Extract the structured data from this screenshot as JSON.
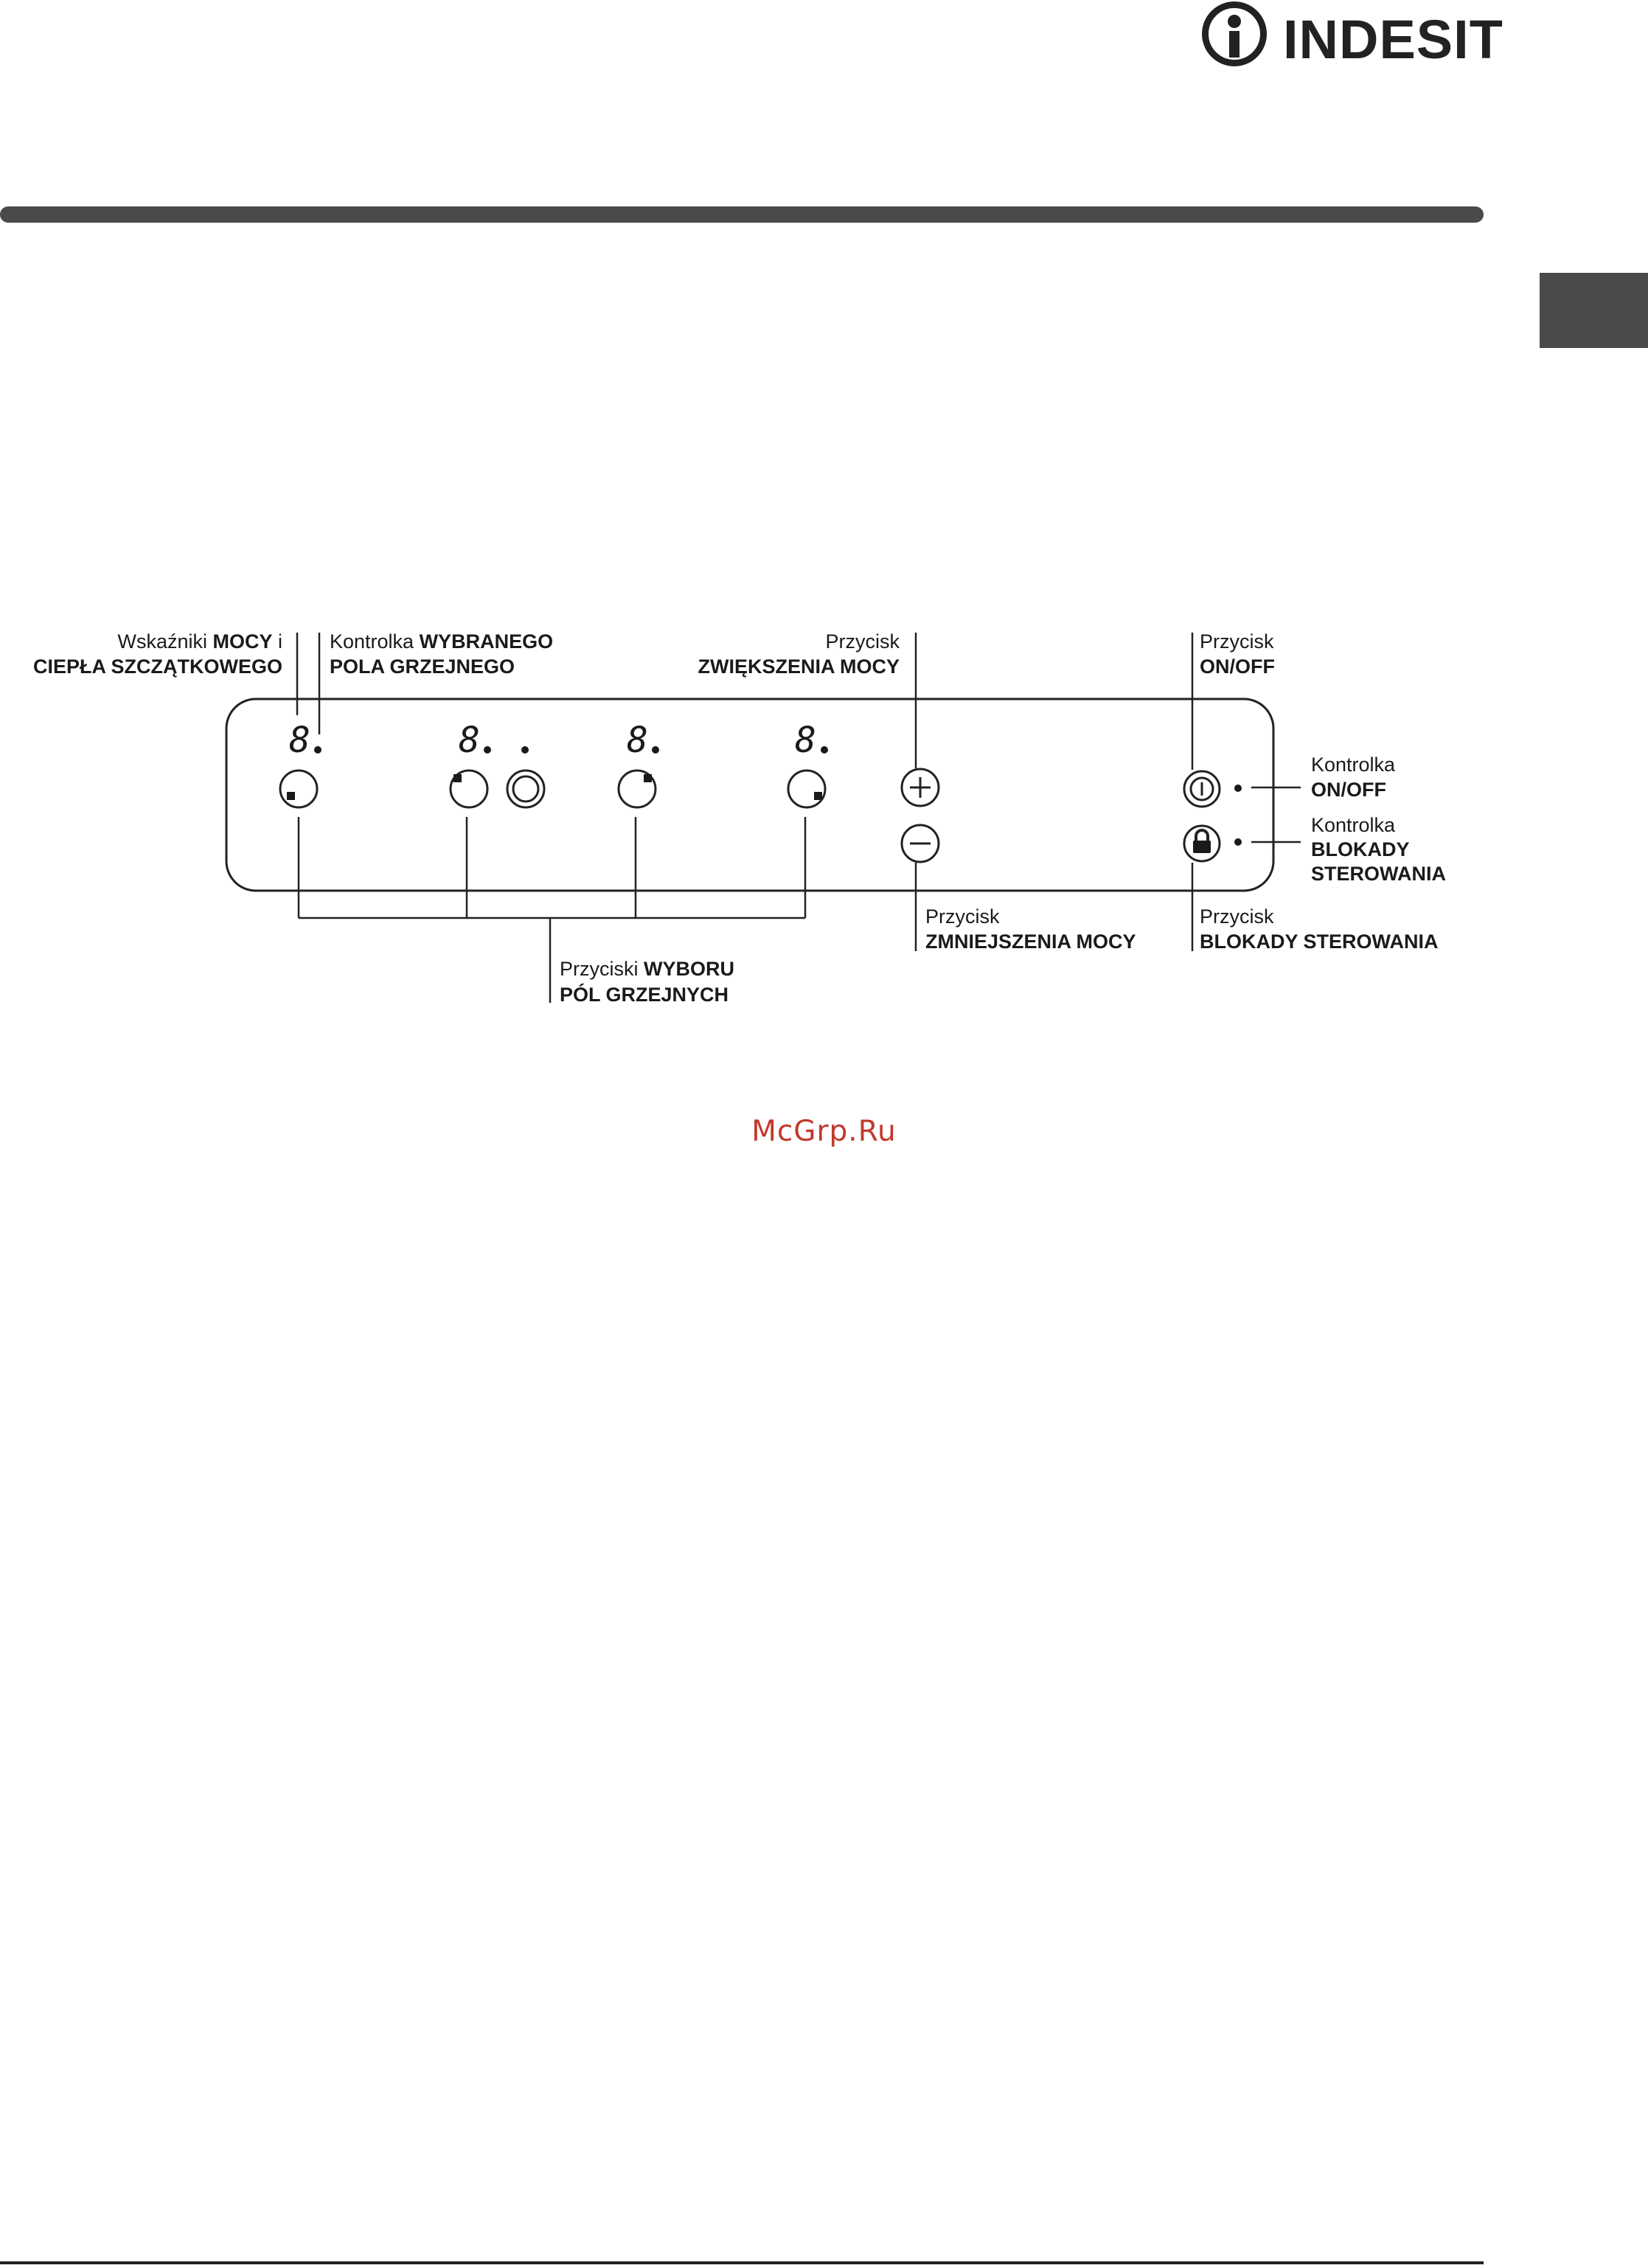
{
  "brand": {
    "name": "INDESIT"
  },
  "labels": {
    "power_indicators": {
      "line1_normal": "Wskaźniki ",
      "line1_bold": "MOCY",
      "line1_tail": " i",
      "line2_bold": "CIEPŁA SZCZĄTKOWEGO"
    },
    "selected_zone_light": {
      "line1_normal": "Kontrolka ",
      "line1_bold": "WYBRANEGO",
      "line2_bold": "POLA GRZEJNEGO"
    },
    "increase_button": {
      "line1": "Przycisk",
      "line2_bold": "ZWIĘKSZENIA MOCY"
    },
    "onoff_button": {
      "line1": "Przycisk",
      "line2_bold": "ON/OFF"
    },
    "onoff_light": {
      "line1": "Kontrolka",
      "line2_bold": "ON/OFF"
    },
    "lock_light": {
      "line1": "Kontrolka",
      "line2_bold": "BLOKADY",
      "line3_bold": "STEROWANIA"
    },
    "decrease_button": {
      "line1": "Przycisk",
      "line2_bold": "ZMNIEJSZENIA MOCY"
    },
    "lock_button": {
      "line1": "Przycisk",
      "line2_bold": "BLOKADY STEROWANIA"
    },
    "zone_select_buttons": {
      "line1_normal": "Przyciski ",
      "line1_bold": "WYBORU",
      "line2_bold": "PÓL GRZEJNYCH"
    }
  },
  "displays": [
    "8",
    "8",
    "8",
    "8"
  ],
  "watermark": "McGrp.Ru"
}
